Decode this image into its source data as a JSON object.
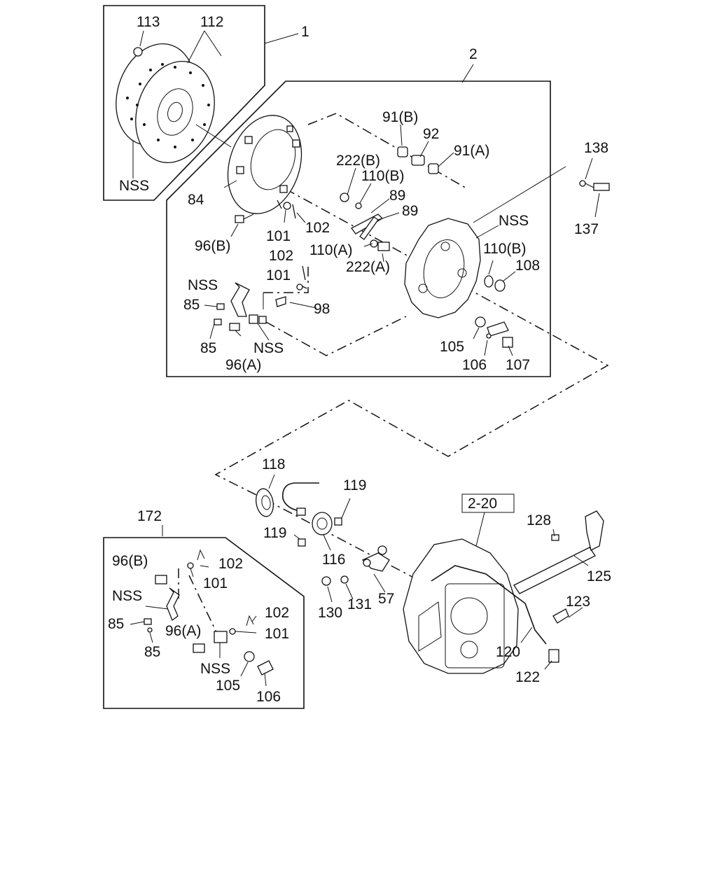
{
  "labels": {
    "l1": "1",
    "l2": "2",
    "l113": "113",
    "l112": "112",
    "nss_disc": "NSS",
    "l84": "84",
    "l91b": "91(B)",
    "l92": "92",
    "l91a": "91(A)",
    "l222b": "222(B)",
    "l110b_top": "110(B)",
    "l89a": "89",
    "l89b": "89",
    "l102a": "102",
    "l101a": "101",
    "l96b": "96(B)",
    "l102b": "102",
    "l110a": "110(A)",
    "l222a": "222(A)",
    "nss_cover": "NSS",
    "l110b_right": "110(B)",
    "l108": "108",
    "l138": "138",
    "l137": "137",
    "l101b": "101",
    "nss_lever": "NSS",
    "l85a": "85",
    "l98": "98",
    "l85b": "85",
    "nss_pivot": "NSS",
    "l96a": "96(A)",
    "l105": "105",
    "l106": "106",
    "l107": "107",
    "l118": "118",
    "l119a": "119",
    "l119b": "119",
    "l116": "116",
    "l130": "130",
    "l131": "131",
    "l57": "57",
    "ref_2_20": "2-20",
    "l128": "128",
    "l125": "125",
    "l123": "123",
    "l120": "120",
    "l122": "122",
    "l172": "172",
    "k96b": "96(B)",
    "k102a": "102",
    "k101a": "101",
    "knss1": "NSS",
    "k85a": "85",
    "k85b": "85",
    "k96a": "96(A)",
    "k102b": "102",
    "k101b": "101",
    "knss2": "NSS",
    "k105": "105",
    "k106": "106"
  },
  "colors": {
    "ink": "#111111",
    "paper": "#ffffff"
  }
}
